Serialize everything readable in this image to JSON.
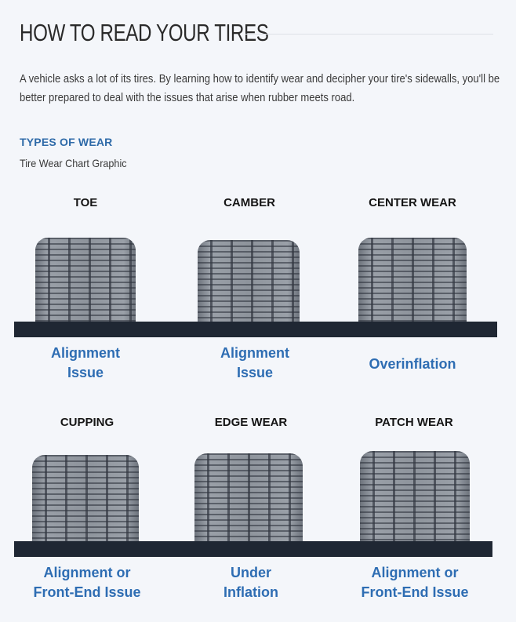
{
  "header": {
    "title": "HOW TO READ YOUR TIRES",
    "intro": "A vehicle asks a lot of its tires. By learning how to identify wear and decipher your tire's sidewalls, you'll be better prepared to deal with the issues that arise when rubber meets road."
  },
  "section": {
    "title": "TYPES OF WEAR",
    "caption": "Tire Wear Chart Graphic"
  },
  "wear_types": [
    {
      "name": "TOE",
      "cause_line1": "Alignment",
      "cause_line2": "Issue"
    },
    {
      "name": "CAMBER",
      "cause_line1": "Alignment",
      "cause_line2": "Issue"
    },
    {
      "name": "CENTER WEAR",
      "cause_line1": "Overinflation",
      "cause_line2": ""
    },
    {
      "name": "CUPPING",
      "cause_line1": "Alignment or",
      "cause_line2": "Front-End Issue"
    },
    {
      "name": "EDGE WEAR",
      "cause_line1": "Under",
      "cause_line2": "Inflation"
    },
    {
      "name": "PATCH WEAR",
      "cause_line1": "Alignment or",
      "cause_line2": "Front-End Issue"
    }
  ],
  "colors": {
    "accent": "#2e6db3",
    "road": "#1f2733",
    "background": "#f4f6fa"
  }
}
